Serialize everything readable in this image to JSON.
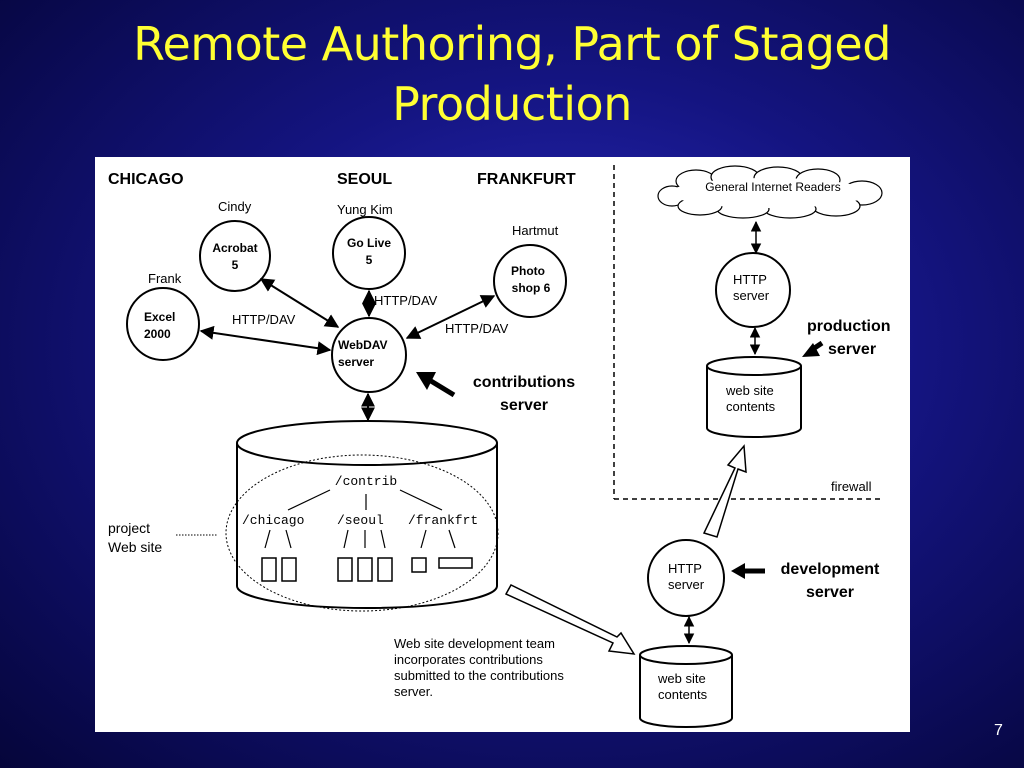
{
  "slide": {
    "title_line1": "Remote Authoring, Part of Staged",
    "title_line2": "Production",
    "number": "7"
  },
  "diagram": {
    "cities": {
      "chicago": "CHICAGO",
      "seoul": "SEOUL",
      "frankfurt": "FRANKFURT"
    },
    "people": {
      "cindy": "Cindy",
      "frank": "Frank",
      "yung_kim": "Yung Kim",
      "hartmut": "Hartmut"
    },
    "apps": {
      "acrobat": [
        "Acrobat",
        "5"
      ],
      "excel": [
        "Excel",
        "2000"
      ],
      "golive": [
        "Go Live",
        "5"
      ],
      "photoshop": [
        "Photo",
        "shop 6"
      ]
    },
    "protocol": "HTTP/DAV",
    "webdav": [
      "WebDAV",
      "server"
    ],
    "contributions_server": [
      "contributions",
      "server"
    ],
    "repository": {
      "root": "/contrib",
      "dirs": [
        "/chicago",
        "/seoul",
        "/frankfrt"
      ]
    },
    "project_web_site": [
      "project",
      "Web site"
    ],
    "internet_readers": "General Internet Readers",
    "http_server": [
      "HTTP",
      "server"
    ],
    "web_site_contents": [
      "web site",
      "contents"
    ],
    "production_server": [
      "production",
      "server"
    ],
    "development_server": [
      "development",
      "server"
    ],
    "firewall": "firewall",
    "note": [
      "Web site development team",
      "incorporates contributions",
      "submitted to the contributions",
      "server."
    ]
  }
}
